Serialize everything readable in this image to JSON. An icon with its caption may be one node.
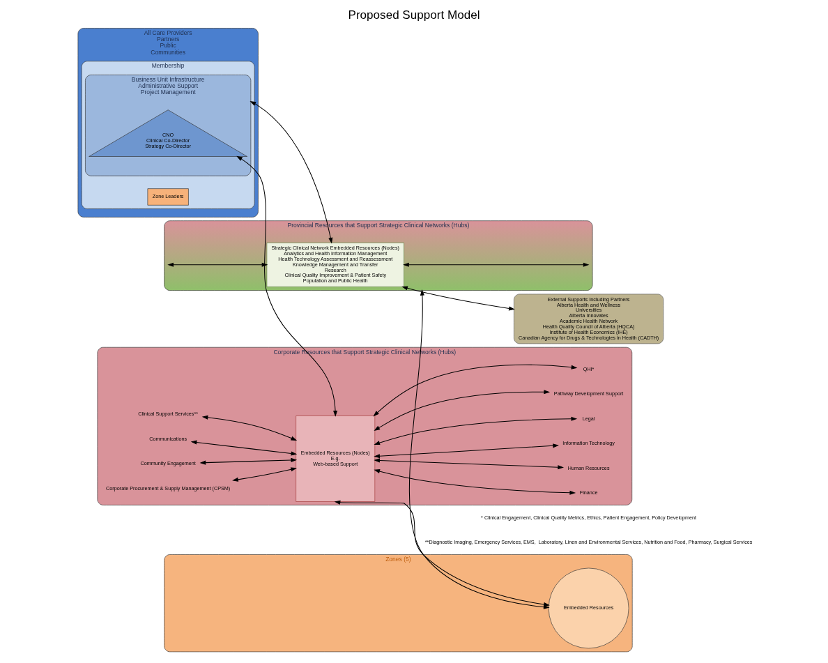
{
  "diagram": {
    "title": "Proposed Support Model",
    "nodes": [
      {
        "text": [
          "All Care Providers",
          "Partners",
          "Public",
          "Communities"
        ]
      },
      {
        "text": [
          "Membership"
        ],
        "in": 0
      },
      {
        "text": [
          "Business Unit Infrastructure",
          "Administrative Support",
          "Project Management"
        ],
        "in": 1
      },
      {
        "text": [
          "CNO",
          "Clinical Co-Director",
          "Strategy Co-Director"
        ],
        "in": 2
      },
      {
        "text": [
          "Zone Leaders"
        ],
        "in": 1
      },
      {
        "text": [
          "Provincial Resources that Support Strategic Clinical Networks (Hubs)"
        ]
      },
      {
        "text": [
          "Strategic Clinical Network Embedded Resources (Nodes)",
          "Analytics and Health Information Management",
          "Health Technology Assessment and Reassessment",
          "Knowledge Management and Transfer",
          "Research",
          "Clinical Quality Improvement & Patient Safety",
          "Population and Public Health"
        ],
        "in": 5
      },
      {
        "text": [
          "External Supports Including Partners",
          "Alberta Health and Wellness",
          "Universities",
          "Alberta Innovates",
          "Academic Health Network",
          "Health Quality Council of Alberta (HQCA)",
          "Institute of Health Economics (IHE)",
          "Canadian Agency for Drugs & Technologies in Health (CADTH)"
        ]
      },
      {
        "text": [
          "Corporate Resources that Support Strategic Clinical Networks (Hubs)"
        ]
      },
      {
        "text": [
          "Embedded Resources (Nodes)",
          "E.g.",
          "Web-based Support"
        ],
        "in": 8
      },
      {
        "text": [
          "Clinical Support Services**"
        ],
        "in": 8
      },
      {
        "text": [
          "Communications"
        ],
        "in": 8
      },
      {
        "text": [
          "Community Engagement"
        ],
        "in": 8
      },
      {
        "text": [
          "Corporate Procurement & Supply Management (CPSM)"
        ],
        "in": 8
      },
      {
        "text": [
          "Finance"
        ],
        "in": 8
      },
      {
        "text": [
          "Human Resources"
        ],
        "in": 8
      },
      {
        "text": [
          "Information Technology"
        ],
        "in": 8
      },
      {
        "text": [
          "Legal"
        ],
        "in": 8
      },
      {
        "text": [
          "Pathway Development Support"
        ],
        "in": 8
      },
      {
        "text": [
          "QHI*"
        ],
        "in": 8
      },
      {
        "text": [
          "Zones (5)"
        ]
      },
      {
        "text": [
          "Embedded Resources"
        ],
        "in": 20
      }
    ],
    "edges": [
      {
        "from": 5,
        "to": 6,
        "arrow": "both"
      },
      {
        "from": 6,
        "to": 5,
        "arrow": "both"
      },
      {
        "from": 6,
        "to": 2,
        "arrow": "both"
      },
      {
        "from": 6,
        "to": 7,
        "arrow": "both"
      },
      {
        "from": 3,
        "to": 9,
        "arrow": "both"
      },
      {
        "from": 10,
        "to": 9,
        "arrow": "both"
      },
      {
        "from": 11,
        "to": 9,
        "arrow": "both"
      },
      {
        "from": 12,
        "to": 9,
        "arrow": "both"
      },
      {
        "from": 13,
        "to": 9,
        "arrow": "both"
      },
      {
        "from": 9,
        "to": 14,
        "arrow": "both"
      },
      {
        "from": 9,
        "to": 15,
        "arrow": "both"
      },
      {
        "from": 9,
        "to": 16,
        "arrow": "both"
      },
      {
        "from": 9,
        "to": 17,
        "arrow": "both"
      },
      {
        "from": 9,
        "to": 18,
        "arrow": "both"
      },
      {
        "from": 9,
        "to": 19,
        "arrow": "both"
      },
      {
        "from": 9,
        "to": 21,
        "arrow": "both"
      },
      {
        "from": 21,
        "to": 5,
        "arrow": "both"
      }
    ],
    "labels": [
      "* Clinical Engagement, Clinical Quality Metrics, Ethics, Patient Engagement, Policy Development",
      "**Diagnostic Imaging, Emergency Services, EMS,  Laboratory, Linen and Environmental Services, Nutrition and Food, Pharmacy, Surgical Services"
    ]
  }
}
